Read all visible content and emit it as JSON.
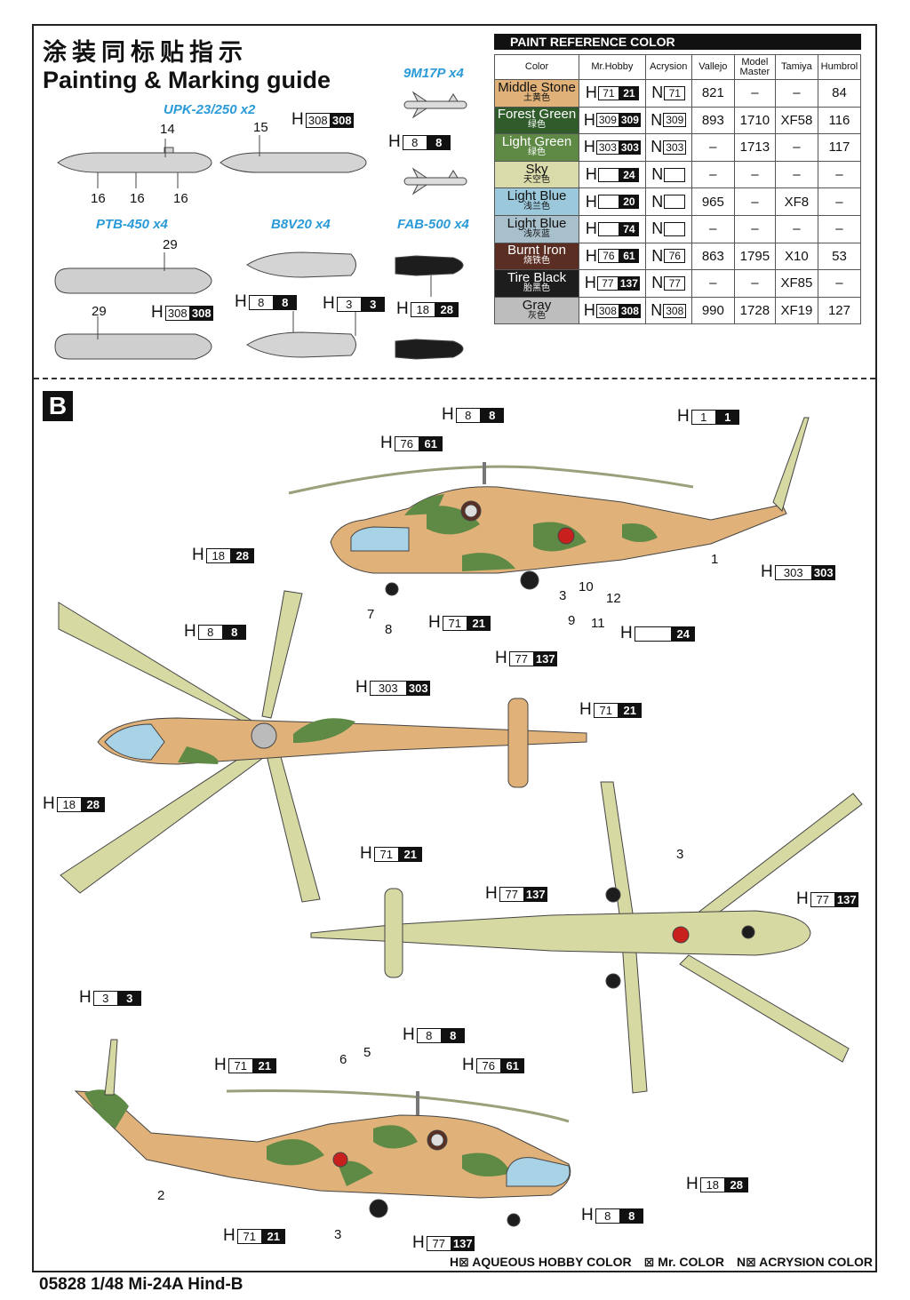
{
  "title_cn": "涂装同标贴指示",
  "title_en": "Painting & Marking guide",
  "section_letter": "B",
  "weapons": {
    "upk": "UPK-23/250 x2",
    "m17": "9M17P x4",
    "ptb": "PTB-450 x4",
    "b8v20": "B8V20 x4",
    "fab": "FAB-500 x4"
  },
  "weapon_numbers": [
    "14",
    "15",
    "16",
    "16",
    "16",
    "29",
    "29"
  ],
  "callout_prefix": "H",
  "paint_table": {
    "title": "PAINT  REFERENCE COLOR",
    "headers": [
      "Color",
      "Mr.Hobby",
      "Acrysion",
      "Vallejo",
      "Model Master",
      "Tamiya",
      "Humbrol"
    ],
    "rows": [
      {
        "name": "Middle Stone",
        "cn": "土黄色",
        "swatch": "#e0b27a",
        "text": "#111",
        "h": "71",
        "m": "21",
        "n": "71",
        "vallejo": "821",
        "mm": "–",
        "tamiya": "–",
        "humbrol": "84"
      },
      {
        "name": "Forest Green",
        "cn": "绿色",
        "swatch": "#2f5c2a",
        "text": "#fff",
        "h": "309",
        "m": "309",
        "n": "309",
        "vallejo": "893",
        "mm": "1710",
        "tamiya": "XF58",
        "humbrol": "116"
      },
      {
        "name": "Light Green",
        "cn": "绿色",
        "swatch": "#5f8a45",
        "text": "#fff",
        "h": "303",
        "m": "303",
        "n": "303",
        "vallejo": "–",
        "mm": "1713",
        "tamiya": "–",
        "humbrol": "117"
      },
      {
        "name": "Sky",
        "cn": "天空色",
        "swatch": "#d9dcaa",
        "text": "#111",
        "h": "",
        "m": "24",
        "n": "",
        "vallejo": "–",
        "mm": "–",
        "tamiya": "–",
        "humbrol": "–"
      },
      {
        "name": "Light Blue",
        "cn": "浅兰色",
        "swatch": "#9cc8dc",
        "text": "#111",
        "h": "",
        "m": "20",
        "n": "",
        "vallejo": "965",
        "mm": "–",
        "tamiya": "XF8",
        "humbrol": "–"
      },
      {
        "name": "Light Blue",
        "cn": "浅灰蓝",
        "swatch": "#a8bfcc",
        "text": "#111",
        "h": "",
        "m": "74",
        "n": "",
        "vallejo": "–",
        "mm": "–",
        "tamiya": "–",
        "humbrol": "–"
      },
      {
        "name": "Burnt Iron",
        "cn": "烧铁色",
        "swatch": "#5a2e22",
        "text": "#fff",
        "h": "76",
        "m": "61",
        "n": "76",
        "vallejo": "863",
        "mm": "1795",
        "tamiya": "X10",
        "humbrol": "53"
      },
      {
        "name": "Tire Black",
        "cn": "胎黑色",
        "swatch": "#1d1d1d",
        "text": "#fff",
        "h": "77",
        "m": "137",
        "n": "77",
        "vallejo": "–",
        "mm": "–",
        "tamiya": "XF85",
        "humbrol": "–"
      },
      {
        "name": "Gray",
        "cn": "灰色",
        "swatch": "#bdbdbd",
        "text": "#111",
        "h": "308",
        "m": "308",
        "n": "308",
        "vallejo": "990",
        "mm": "1728",
        "tamiya": "XF19",
        "humbrol": "127"
      }
    ]
  },
  "callouts": [
    {
      "a": "308",
      "b": "308"
    },
    {
      "a": "8",
      "b": "8"
    },
    {
      "a": "308",
      "b": "308"
    },
    {
      "a": "8",
      "b": "8"
    },
    {
      "a": "3",
      "b": "3"
    },
    {
      "a": "18",
      "b": "28"
    },
    {
      "a": "8",
      "b": "8"
    },
    {
      "a": "1",
      "b": "1"
    },
    {
      "a": "76",
      "b": "61"
    },
    {
      "a": "18",
      "b": "28"
    },
    {
      "a": "303",
      "b": "303"
    },
    {
      "a": "71",
      "b": "21"
    },
    {
      "a": "",
      "b": "24"
    },
    {
      "a": "77",
      "b": "137"
    },
    {
      "a": "8",
      "b": "8"
    },
    {
      "a": "303",
      "b": "303"
    },
    {
      "a": "71",
      "b": "21"
    },
    {
      "a": "18",
      "b": "28"
    },
    {
      "a": "71",
      "b": "21"
    },
    {
      "a": "77",
      "b": "137"
    },
    {
      "a": "77",
      "b": "137"
    },
    {
      "a": "3",
      "b": "3"
    },
    {
      "a": "8",
      "b": "8"
    },
    {
      "a": "71",
      "b": "21"
    },
    {
      "a": "76",
      "b": "61"
    },
    {
      "a": "18",
      "b": "28"
    },
    {
      "a": "8",
      "b": "8"
    },
    {
      "a": "71",
      "b": "21"
    },
    {
      "a": "77",
      "b": "137"
    }
  ],
  "part_numbers": [
    "1",
    "3",
    "10",
    "12",
    "9",
    "11",
    "7",
    "8",
    "3",
    "6",
    "5",
    "2",
    "3"
  ],
  "legend": {
    "aqueous": "AQUEOUS HOBBY COLOR",
    "mr": "Mr. COLOR",
    "acrysion": "ACRYSION COLOR"
  },
  "footer": "05828 1/48  Mi-24A Hind-B",
  "colors": {
    "sand": "#e0b27a",
    "green": "#5f8a45",
    "light": "#d7d9a3",
    "gray": "#c9c9c9",
    "black": "#1d1d1d",
    "glass": "#a8d2e6"
  }
}
